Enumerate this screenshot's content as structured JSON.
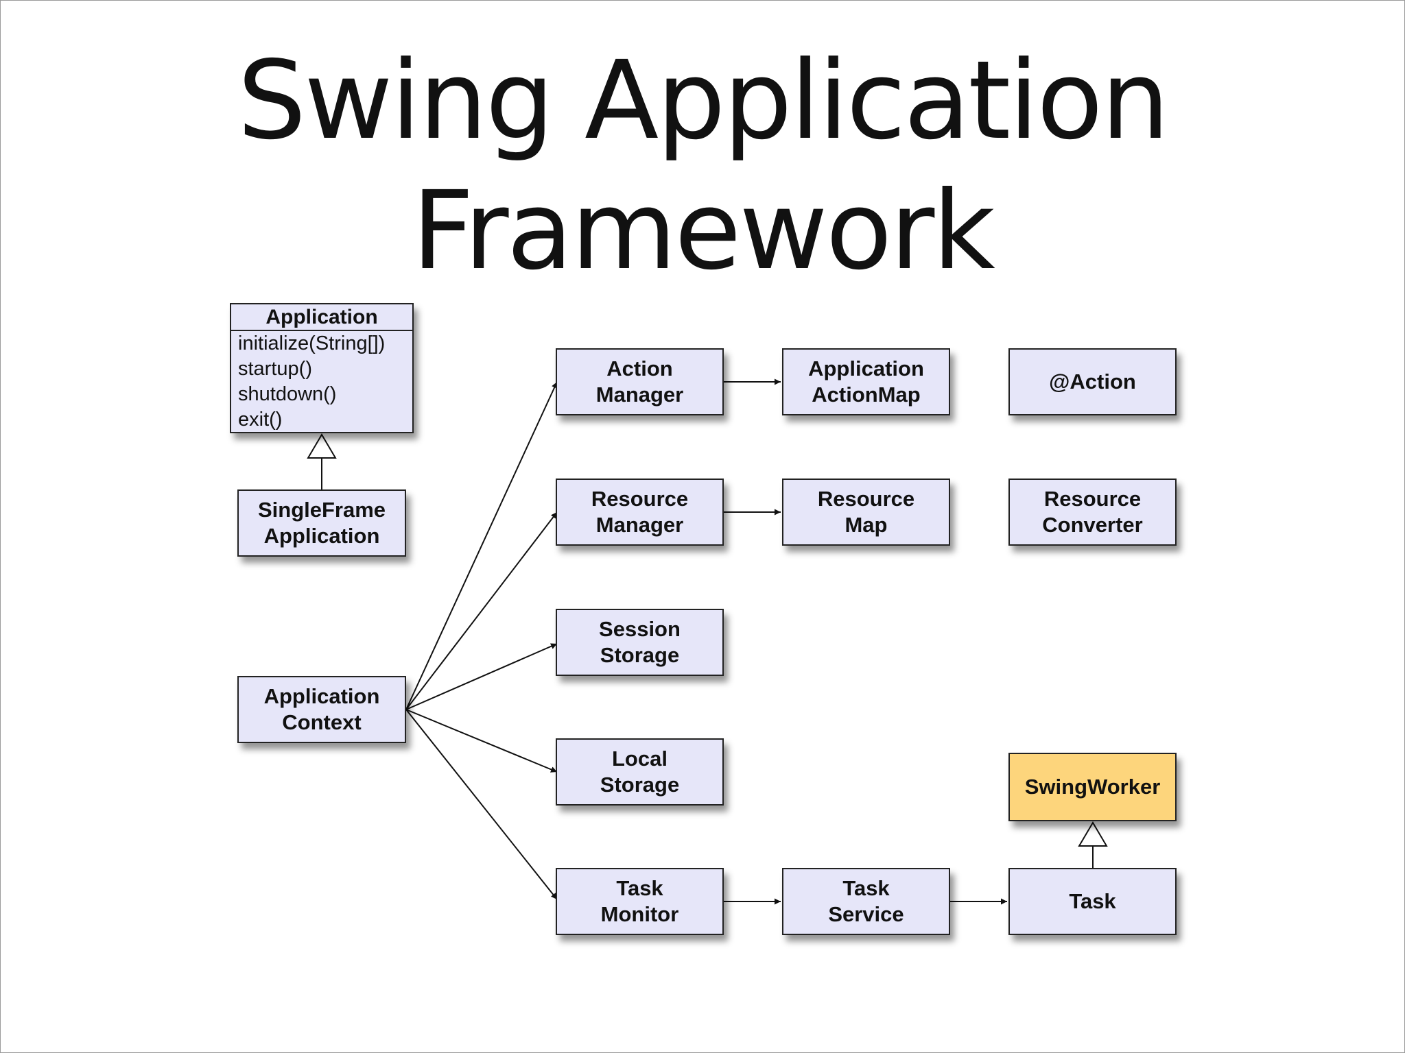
{
  "slide": {
    "title_line1": "Swing Application",
    "title_line2": "Framework"
  },
  "application_class": {
    "name": "Application",
    "methods": [
      "initialize(String[])",
      "startup()",
      "shutdown()",
      "exit()"
    ]
  },
  "boxes": {
    "single_frame_application": "SingleFrame\nApplication",
    "application_context": "Application\nContext",
    "action_manager": "Action\nManager",
    "application_action_map": "Application\nActionMap",
    "action_annotation": "@Action",
    "resource_manager": "Resource\nManager",
    "resource_map": "Resource\nMap",
    "resource_converter": "Resource\nConverter",
    "session_storage": "Session\nStorage",
    "local_storage": "Local\nStorage",
    "swing_worker": "SwingWorker",
    "task_monitor": "Task\nMonitor",
    "task_service": "Task\nService",
    "task": "Task"
  },
  "colors": {
    "box_fill": "#e6e6f9",
    "highlight_fill": "#fdd57c",
    "line": "#111111"
  }
}
